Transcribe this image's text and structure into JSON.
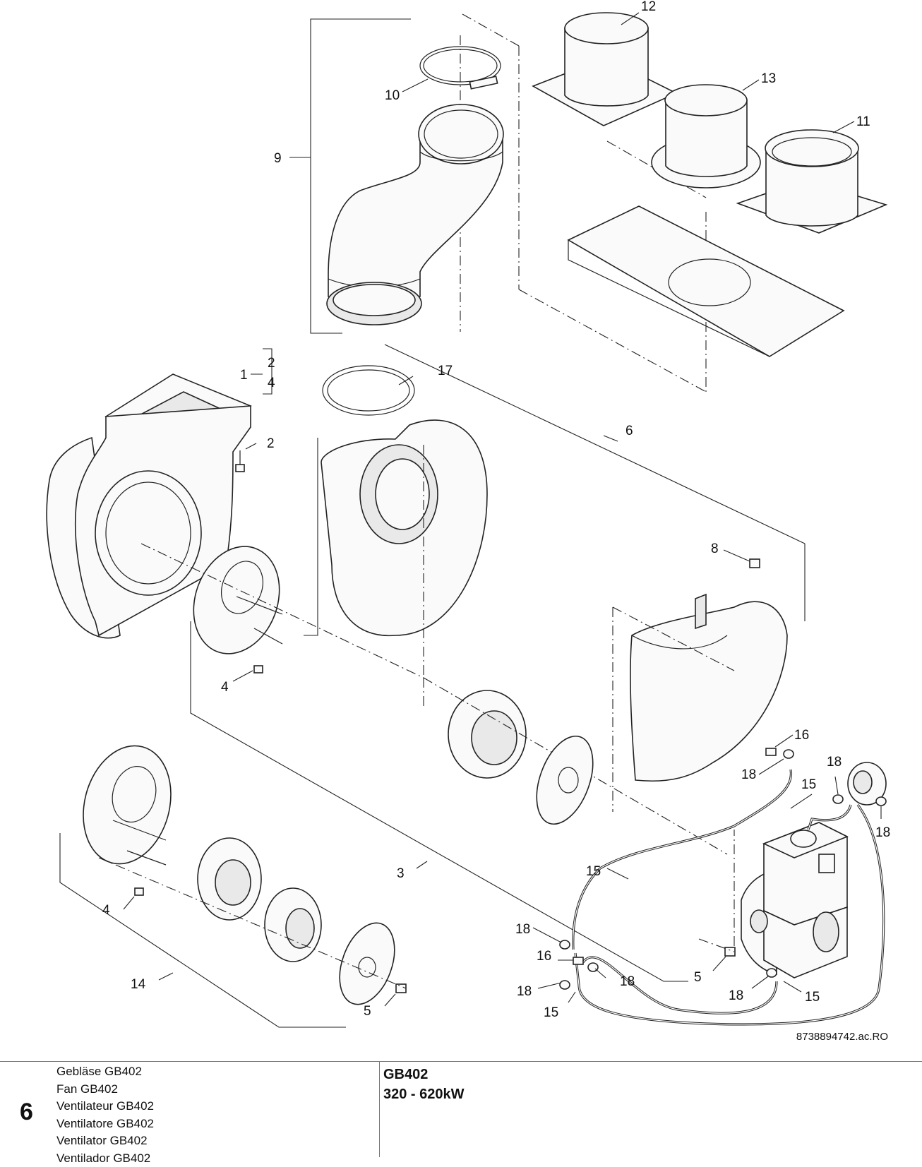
{
  "diagram": {
    "callouts": {
      "c1": "1",
      "c2a": "2",
      "c2b": "2",
      "c3": "3",
      "c4a": "4",
      "c4b": "4",
      "c4c": "4",
      "c5a": "5",
      "c5b": "5",
      "c6": "6",
      "c8": "8",
      "c9": "9",
      "c10": "10",
      "c11": "11",
      "c12": "12",
      "c13": "13",
      "c14": "14",
      "c15a": "15",
      "c15b": "15",
      "c15c": "15",
      "c15d": "15",
      "c16a": "16",
      "c16b": "16",
      "c17": "17",
      "c18a": "18",
      "c18b": "18",
      "c18c": "18",
      "c18d": "18",
      "c18e": "18",
      "c18f": "18",
      "c18g": "18"
    },
    "document_code": "8738894742.ac.RO"
  },
  "footer": {
    "section_number": "6",
    "names": [
      "Gebläse GB402",
      "Fan GB402",
      "Ventilateur GB402",
      "Ventilatore GB402",
      "Ventilator GB402",
      "Ventilador GB402"
    ],
    "model": "GB402",
    "power_range": "320 - 620kW"
  }
}
